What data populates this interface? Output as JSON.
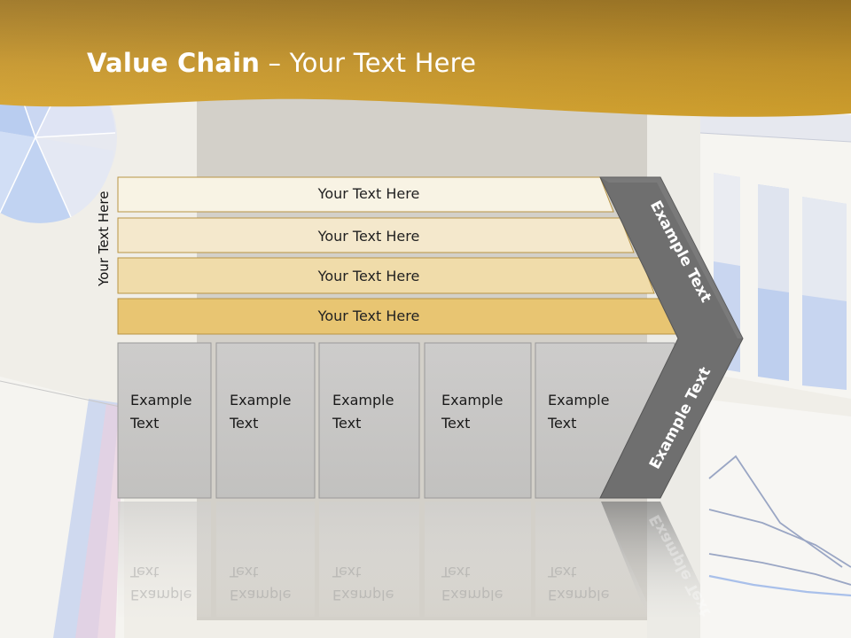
{
  "slide": {
    "title_bold": "Value Chain",
    "title_rest": " – Your Text Here",
    "side_label": "Your Text Here",
    "bars": [
      {
        "label": "Your Text Here",
        "color": "#f8f3e4"
      },
      {
        "label": "Your Text Here",
        "color": "#f4e8cc"
      },
      {
        "label": "Your Text Here",
        "color": "#f0dcaa"
      },
      {
        "label": "Your Text Here",
        "color": "#e8c572"
      }
    ],
    "boxes": [
      {
        "line1": "Example",
        "line2": "Text"
      },
      {
        "line1": "Example",
        "line2": "Text"
      },
      {
        "line1": "Example",
        "line2": "Text"
      },
      {
        "line1": "Example",
        "line2": "Text"
      },
      {
        "line1": "Example",
        "line2": "Text"
      }
    ],
    "chevron_top_label": "Example Text",
    "chevron_bottom_label": "Example Text"
  },
  "colors": {
    "header_gold": "#d29a1c",
    "box_fill": "#c9c8c6",
    "chevron_fill": "#6f6f6f"
  }
}
